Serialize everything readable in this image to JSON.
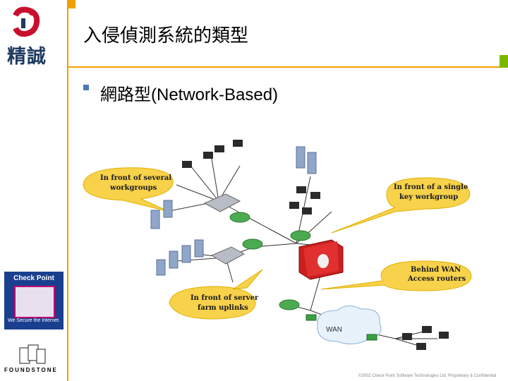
{
  "page": {
    "title": "入侵偵測系統的類型",
    "bullet": "網路型(Network-Based)"
  },
  "branding": {
    "logo_text": "精誠",
    "checkpoint_title": "Check Point",
    "checkpoint_slogan": "We Secure the Internet.",
    "foundstone": "FOUNDSTONE",
    "copyright": "©2002 Check Point Software Technologies Ltd. Proprietary & Confidential"
  },
  "diagram": {
    "callouts": [
      {
        "line1": "In front of several",
        "line2": "workgroups"
      },
      {
        "line1": "In front of a single",
        "line2": "key workgroup"
      },
      {
        "line1": "Behind WAN",
        "line2": "Access routers"
      },
      {
        "line1": "In front of server",
        "line2": "farm uplinks"
      }
    ],
    "wan_label": "WAN"
  },
  "colors": {
    "accent_orange": "#f0a000",
    "accent_green": "#7ab800",
    "callout_fill": "#f7d24a",
    "firewall_red": "#cc1f1f"
  }
}
